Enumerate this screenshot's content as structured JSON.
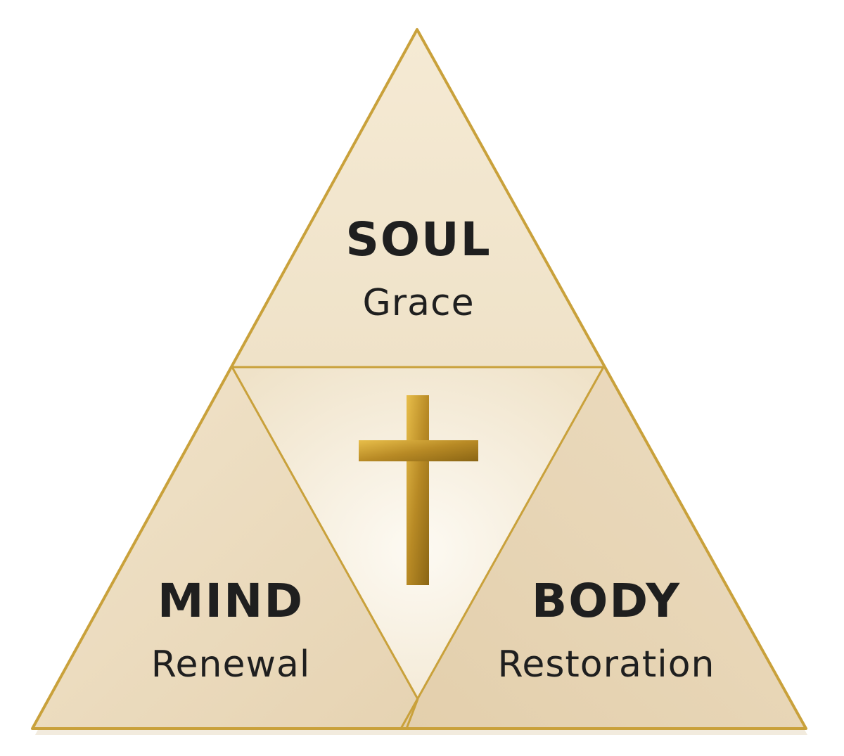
{
  "sections": {
    "soul": {
      "title": "SOUL",
      "subtitle": "Grace"
    },
    "mind": {
      "title": "MIND",
      "subtitle": "Renewal"
    },
    "body": {
      "title": "BODY",
      "subtitle": "Restoration"
    }
  },
  "center_icon": "cross-icon",
  "colors": {
    "border": "#c9a13b",
    "fill_light": "#f7eedd",
    "fill_mid": "#ecdcc0",
    "cross_light": "#e8be4a",
    "cross_dark": "#8a6514",
    "text": "#1f1f1f"
  }
}
